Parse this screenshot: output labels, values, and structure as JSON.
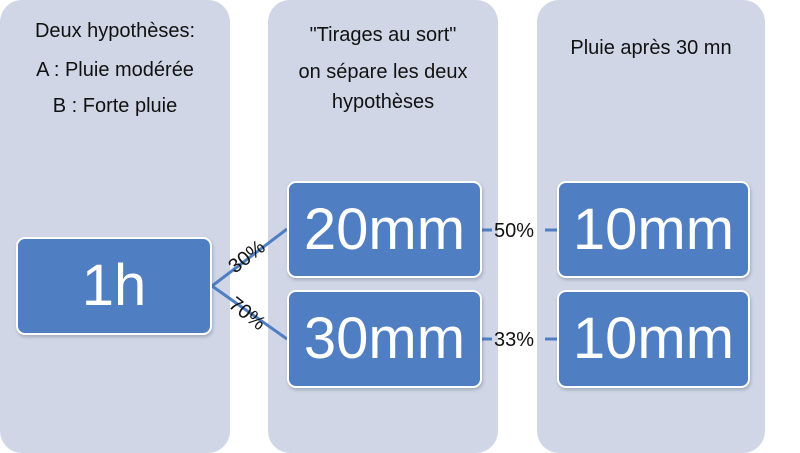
{
  "columns": [
    {
      "lines": [
        "Deux hypothèses:",
        "A : Pluie modérée",
        "B : Forte pluie"
      ]
    },
    {
      "lines": [
        "\"Tirages au sort\"",
        "on sépare les deux",
        "hypothèses"
      ]
    },
    {
      "lines": [
        "Pluie après 30 mn"
      ]
    }
  ],
  "boxes": {
    "start": "1h",
    "hyp_a": "20mm",
    "hyp_b": "30mm",
    "result_a": "10mm",
    "result_b": "10mm"
  },
  "edges": {
    "start_to_a": "30%",
    "start_to_b": "70%",
    "a_to_result": "50%",
    "b_to_result": "33%"
  },
  "colors": {
    "column_background": "#d0d6e6",
    "box_fill": "#4f7ec2",
    "connector": "#4f7ec2"
  }
}
